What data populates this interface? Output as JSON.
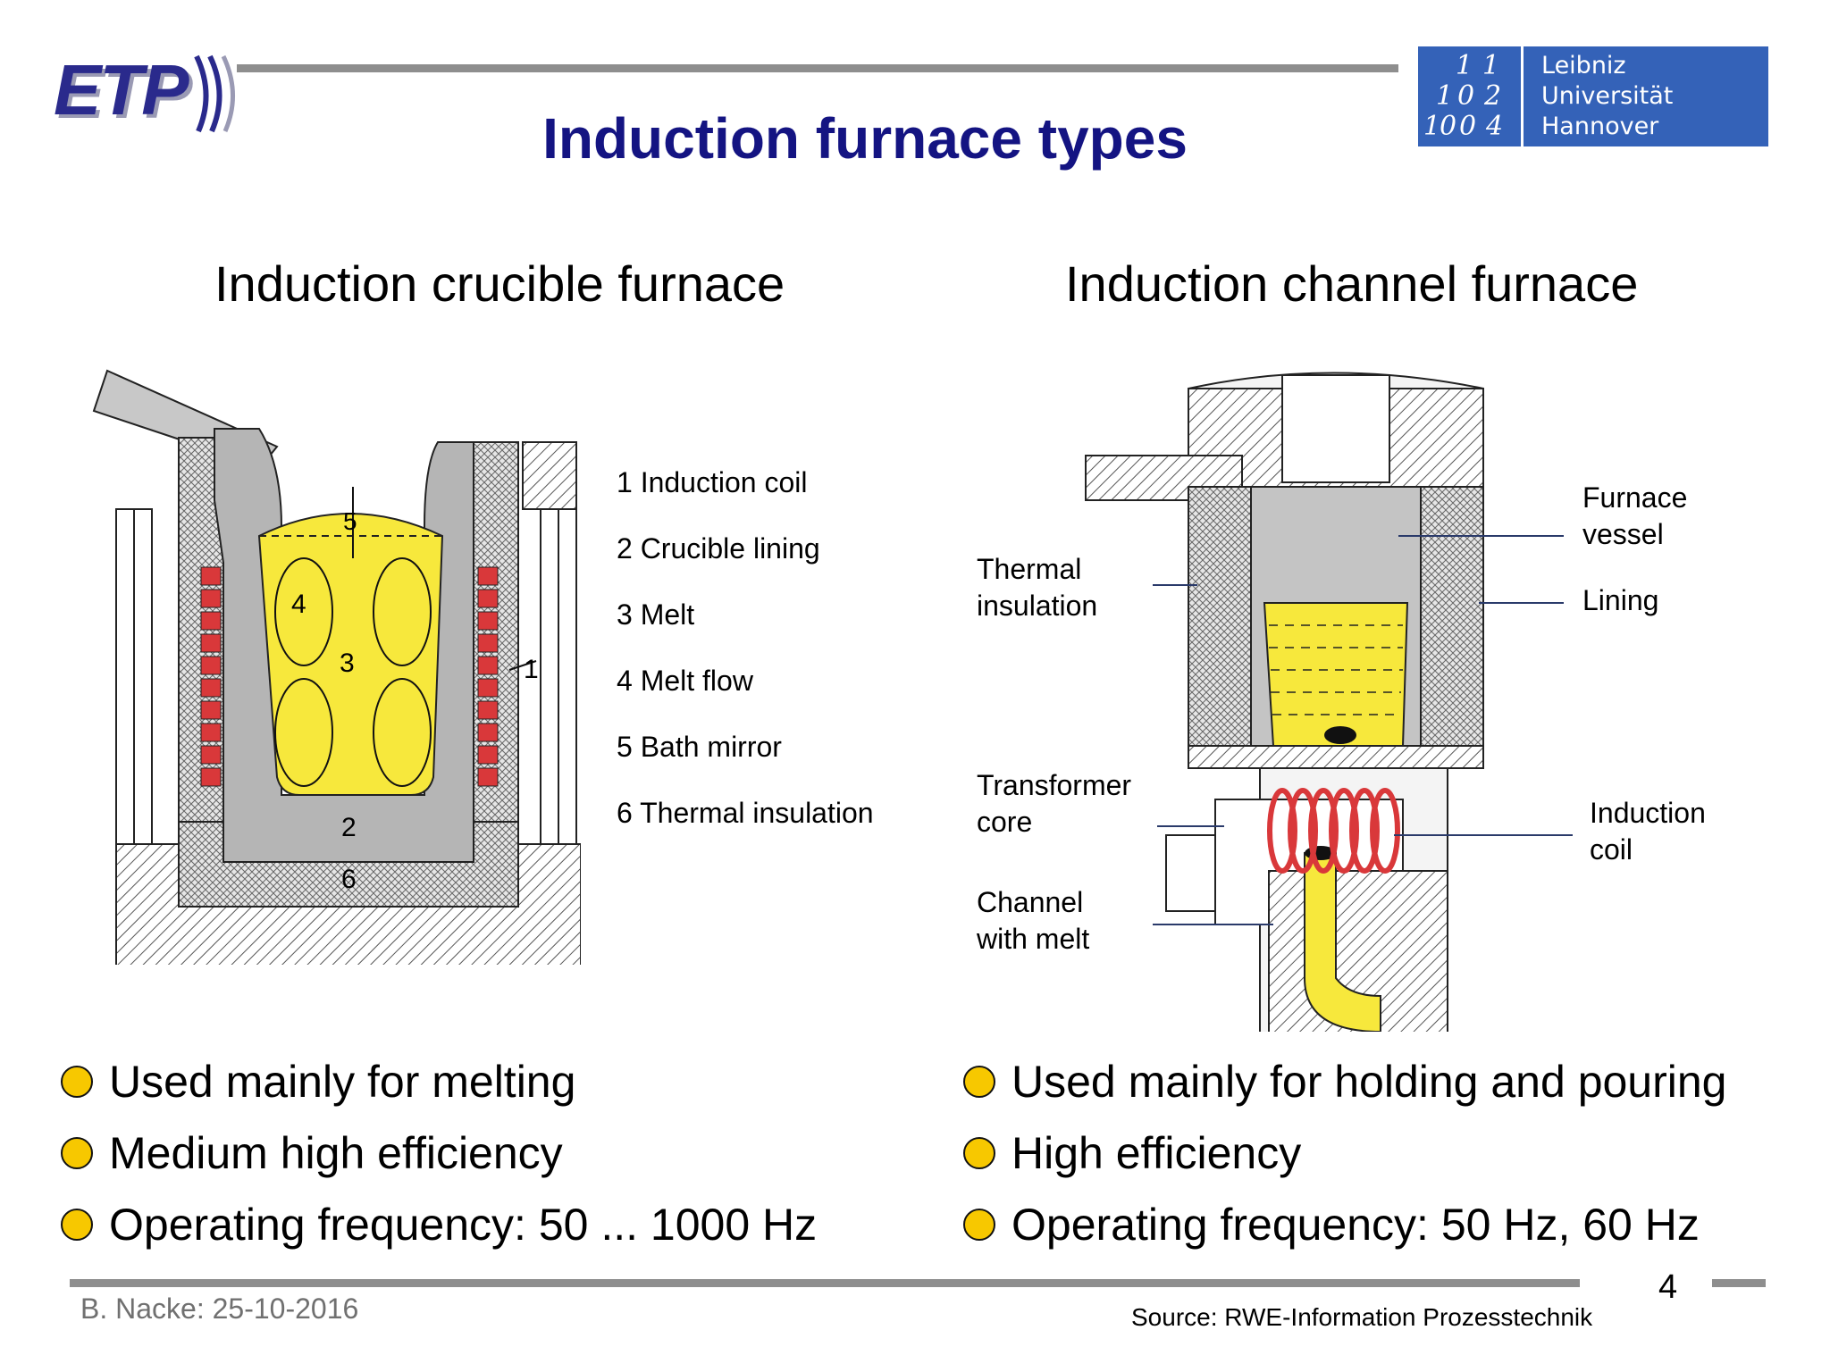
{
  "header": {
    "logo_text": "ETP",
    "title": "Induction furnace types",
    "university_logo": {
      "digits": [
        "1",
        "1",
        "1",
        "0",
        "2",
        "1",
        "0",
        "0",
        "4"
      ],
      "lines": [
        "Leibniz",
        "Universität",
        "Hannover"
      ]
    }
  },
  "left": {
    "title": "Induction crucible furnace",
    "diagram_numbers": [
      "5",
      "4",
      "3",
      "1",
      "2",
      "6"
    ],
    "legend": [
      "1 Induction coil",
      "2 Crucible lining",
      "3 Melt",
      "4 Melt flow",
      "5 Bath mirror",
      "6 Thermal insulation"
    ],
    "bullets": [
      "Used mainly for melting",
      "Medium high efficiency",
      "Operating frequency: 50 ... 1000 Hz"
    ]
  },
  "right": {
    "title": "Induction channel furnace",
    "callouts": {
      "thermal_insulation": "Thermal\ninsulation",
      "transformer_core": "Transformer\ncore",
      "channel_with_melt": "Channel\nwith melt",
      "furnace_vessel": "Furnace\nvessel",
      "lining": "Lining",
      "induction_coil": "Induction\ncoil"
    },
    "bullets": [
      "Used mainly for holding and pouring",
      "High efficiency",
      "Operating frequency: 50 Hz, 60 Hz"
    ]
  },
  "footer": {
    "author_date": "B. Nacke: 25-10-2016",
    "source": "Source: RWE-Information Prozesstechnik",
    "page_number": "4"
  },
  "colors": {
    "title": "#141482",
    "melt": "#f7e83c",
    "coil": "#d9383a",
    "bullet": "#f7c800",
    "university_blue": "#3462b8"
  }
}
